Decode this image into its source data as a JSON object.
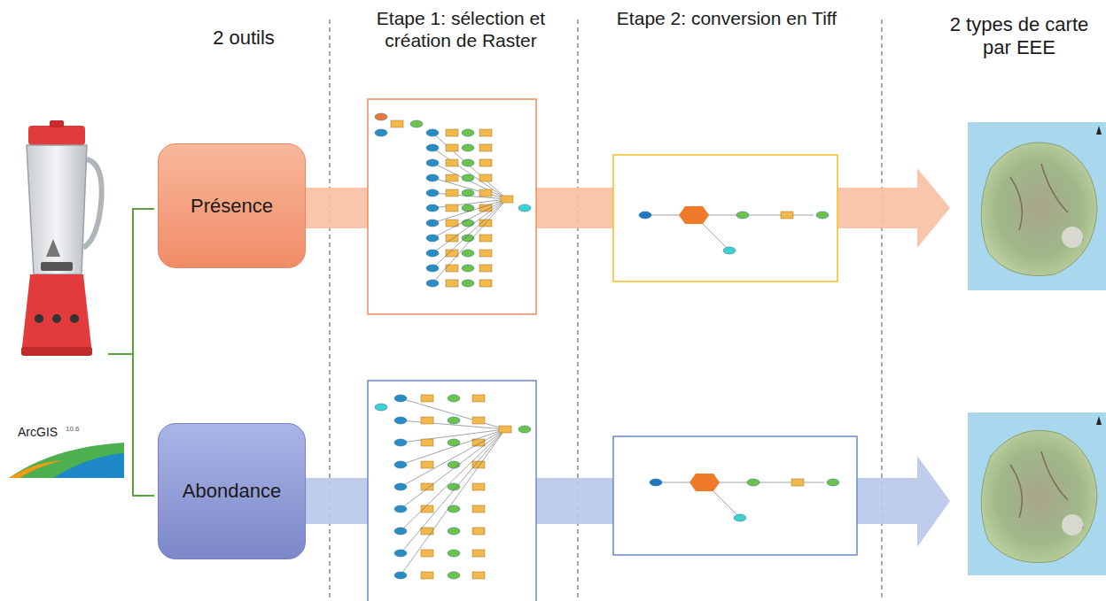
{
  "diagram": {
    "nodes": [
      {
        "text": [
          "Présence"
        ]
      },
      {
        "text": [
          "Abondance"
        ]
      }
    ],
    "labels": [
      "2 outils",
      "Etape 1: sélection et création de Raster",
      "Etape 2: conversion en Tiff",
      "2 types de carte par EEE",
      "ArcGIS",
      "10.6"
    ]
  }
}
